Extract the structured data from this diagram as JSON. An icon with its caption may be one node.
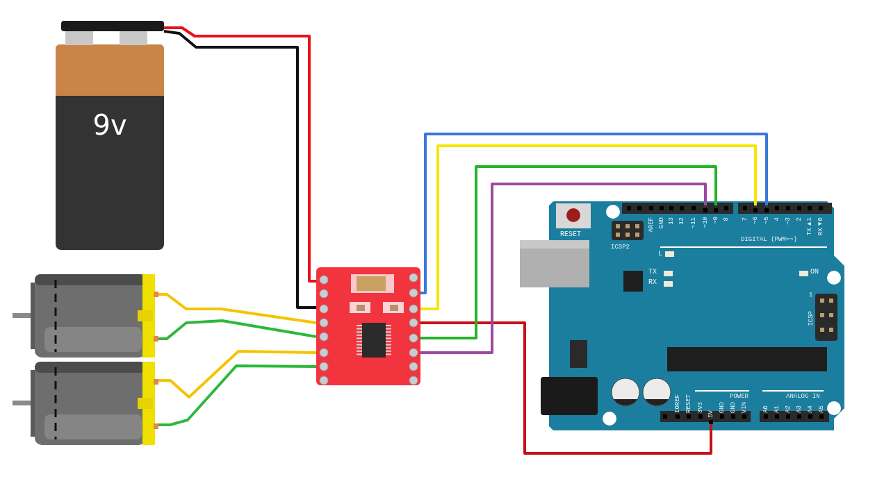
{
  "diagram": {
    "nodes": [
      {
        "text": [
          "9v"
        ]
      },
      {
        "text": [],
        "shape": "picture"
      },
      {
        "text": [],
        "shape": "picture"
      },
      {
        "text": [],
        "shape": "picture"
      },
      {
        "text": [],
        "shape": "picture"
      },
      {
        "text": [
          "~10"
        ],
        "in": 4
      },
      {
        "text": [
          "~9"
        ],
        "in": 4
      },
      {
        "text": [
          "~6"
        ],
        "in": 4
      },
      {
        "text": [
          "~5"
        ],
        "in": 4
      },
      {
        "text": [
          "5V"
        ],
        "in": 4
      }
    ],
    "edges": [
      {
        "from": 0,
        "to": 3,
        "arrow": "none",
        "color": "#e8121a"
      },
      {
        "from": 0,
        "to": 3,
        "arrow": "none",
        "color": "#111111"
      },
      {
        "from": 1,
        "to": 3,
        "arrow": "none",
        "color": "#f5c400"
      },
      {
        "from": 1,
        "to": 3,
        "arrow": "none",
        "color": "#2db83d"
      },
      {
        "from": 2,
        "to": 3,
        "arrow": "none",
        "color": "#f5c400"
      },
      {
        "from": 2,
        "to": 3,
        "arrow": "none",
        "color": "#2db83d"
      },
      {
        "from": 3,
        "to": 8,
        "arrow": "none",
        "color": "#3a78d8"
      },
      {
        "from": 3,
        "to": 7,
        "arrow": "none",
        "color": "#f5e600"
      },
      {
        "from": 3,
        "to": 9,
        "arrow": "none",
        "color": "#c8101a"
      },
      {
        "from": 3,
        "to": 6,
        "arrow": "none",
        "color": "#22b52a"
      },
      {
        "from": 3,
        "to": 5,
        "arrow": "none",
        "color": "#9b4a9e"
      }
    ],
    "labels": [
      "RESET",
      "ICSP2",
      "AREF",
      "GND",
      "13",
      "12",
      "~11",
      "8",
      "7",
      "4",
      "~3",
      "2",
      "TX▶1",
      "RX◀0",
      "DIGITAL (PWM=~)",
      "L",
      "TX",
      "RX",
      "ON",
      "1",
      "ICSP",
      "IOREF",
      "RESET",
      "3V3",
      "GND",
      "GND",
      "VIN",
      "POWER",
      "ANALOG IN",
      "A0",
      "A1",
      "A2",
      "A3",
      "A4",
      "A5"
    ]
  }
}
